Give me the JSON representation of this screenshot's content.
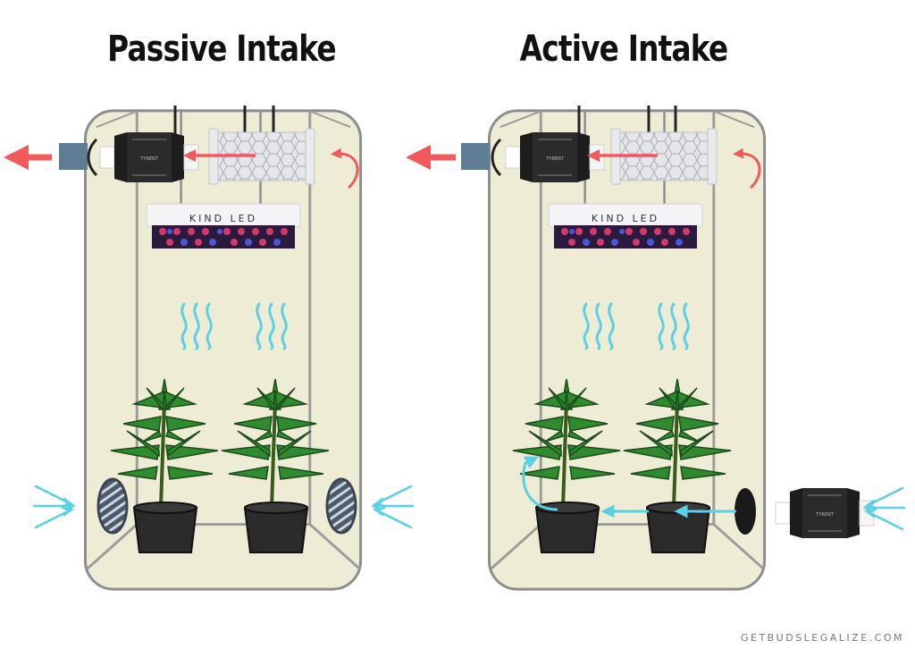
{
  "panels": {
    "left": {
      "title": "Passive Intake"
    },
    "right": {
      "title": "Active Intake"
    }
  },
  "light": {
    "brand": "KIND LED"
  },
  "fan": {
    "brand": "TYRENT"
  },
  "watermark": "GETBUDSLEGALIZE.COM",
  "colors": {
    "tent_fill": "#efecd5",
    "tent_frame": "#999999",
    "exhaust_arrow": "#f05a5a",
    "intake_arrow": "#5ad0e4",
    "duct": "#5e7d95",
    "leaf": "#2e8b2e",
    "pot": "#2a2a2a"
  }
}
